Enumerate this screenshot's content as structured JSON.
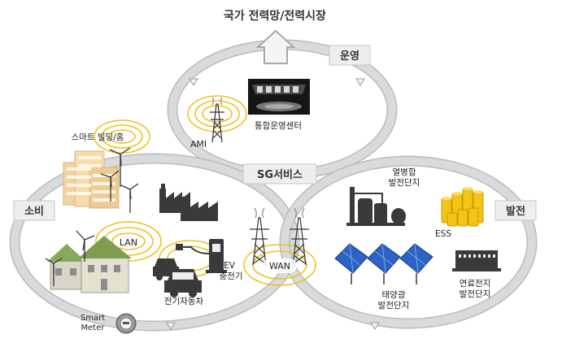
{
  "top_label": "국가 전력망/전력시장",
  "center_label": "SG서비스",
  "sections": {
    "operation": "운영",
    "consumption": "소비",
    "generation": "발전"
  },
  "nodes": {
    "control_center": "통합운영센터",
    "ami": "AMI",
    "smart_building": "스마트 빌딩/홈",
    "lan": "LAN",
    "wan": "WAN",
    "ev_charger": [
      "EV",
      "충전기"
    ],
    "electric_vehicle": "전기자동차",
    "smart_meter": [
      "Smart",
      "Meter"
    ],
    "chp": [
      "열병합",
      "발전단지"
    ],
    "ess": "ESS",
    "solar": [
      "태양광",
      "발전단지"
    ],
    "fuel_cell": [
      "연료전지",
      "발전단지"
    ]
  },
  "colors": {
    "ring": "#d2d4d6",
    "ring_edge": "#b9bcbf",
    "label_box": "#eeeeee",
    "wave": "#f0c020",
    "solar_panel": "#2c63c4",
    "ess": "#f3c316",
    "dark_icon": "#3a3a3a"
  }
}
